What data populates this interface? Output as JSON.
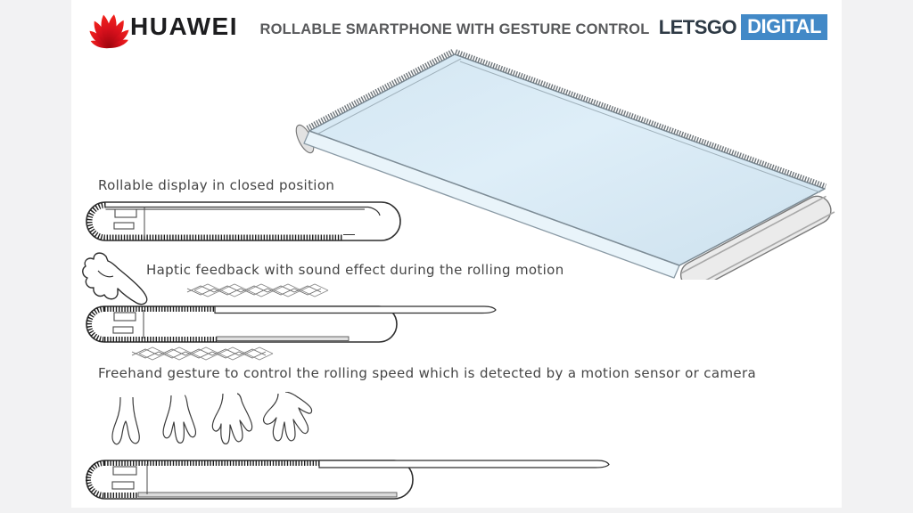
{
  "page": {
    "background": "#f2f2f3",
    "panel_background": "#ffffff"
  },
  "header": {
    "brand": "HUAWEI",
    "title": "ROLLABLE SMARTPHONE WITH GESTURE CONTROL",
    "site_logo": {
      "left": "LETSGO",
      "right": "DIGITAL"
    }
  },
  "figures": {
    "fig1": {
      "caption": "Rollable display in closed position"
    },
    "fig2": {
      "caption": "Haptic feedback with sound effect during the rolling motion"
    },
    "fig3": {
      "caption": "Freehand gesture to control the rolling speed which is detected by a motion sensor or camera"
    }
  },
  "colors": {
    "huawei_red": "#ce0e2d",
    "site_logo_blue": "#4289c7",
    "site_logo_dark_text": "#2e3a45",
    "title_gray": "#58595b",
    "caption_gray": "#454545",
    "phone_screen_blue": "#d6e8f3",
    "phone_front_blue": "#e9f4fa",
    "phone_edge_gray": "#ebebeb",
    "sketch_line": "#2e2e2e"
  },
  "icons": {
    "huawei_flower": "red petal fan logo",
    "pointing_hand": "hand pressing with index finger",
    "sound_waves": "zigzag vibration lines",
    "gesture_hands": "four spread-finger hands pointing down"
  }
}
